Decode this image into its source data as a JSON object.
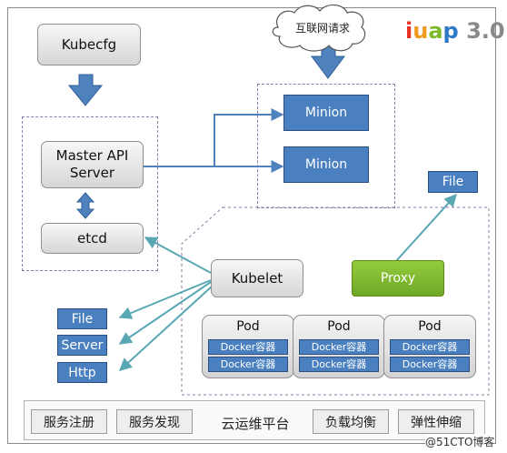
{
  "logo": {
    "text": "iuap 3.0",
    "colors": [
      "#e8321f",
      "#f29a1b",
      "#7dbb2a",
      "#2e78c7",
      "#8a8a8a"
    ]
  },
  "cloud": {
    "label": "互联网请求"
  },
  "nodes": {
    "kubecfg": "Kubecfg",
    "master_api_line1": "Master API",
    "master_api_line2": "Server",
    "etcd": "etcd",
    "minion_1": "Minion",
    "minion_2": "Minion",
    "file_top": "File",
    "kubelet": "Kubelet",
    "proxy": "Proxy",
    "file_left": "File",
    "server": "Server",
    "http": "Http"
  },
  "pods": [
    {
      "title": "Pod",
      "rows": [
        "Docker容器",
        "Docker容器"
      ]
    },
    {
      "title": "Pod",
      "rows": [
        "Docker容器",
        "Docker容器"
      ]
    },
    {
      "title": "Pod",
      "rows": [
        "Docker容器",
        "Docker容器"
      ]
    }
  ],
  "platform": {
    "services": [
      "服务注册",
      "服务发现",
      "负载均衡",
      "弹性伸缩"
    ],
    "center_label": "云运维平台"
  },
  "watermark": "@51CTO博客",
  "colors": {
    "blue_box": "#4a80c0",
    "arrow_blue": "#4f81bd",
    "teal_line": "#5aa7b4",
    "green": "#7dbb2a",
    "dashed_border": "#8c7aa8"
  }
}
